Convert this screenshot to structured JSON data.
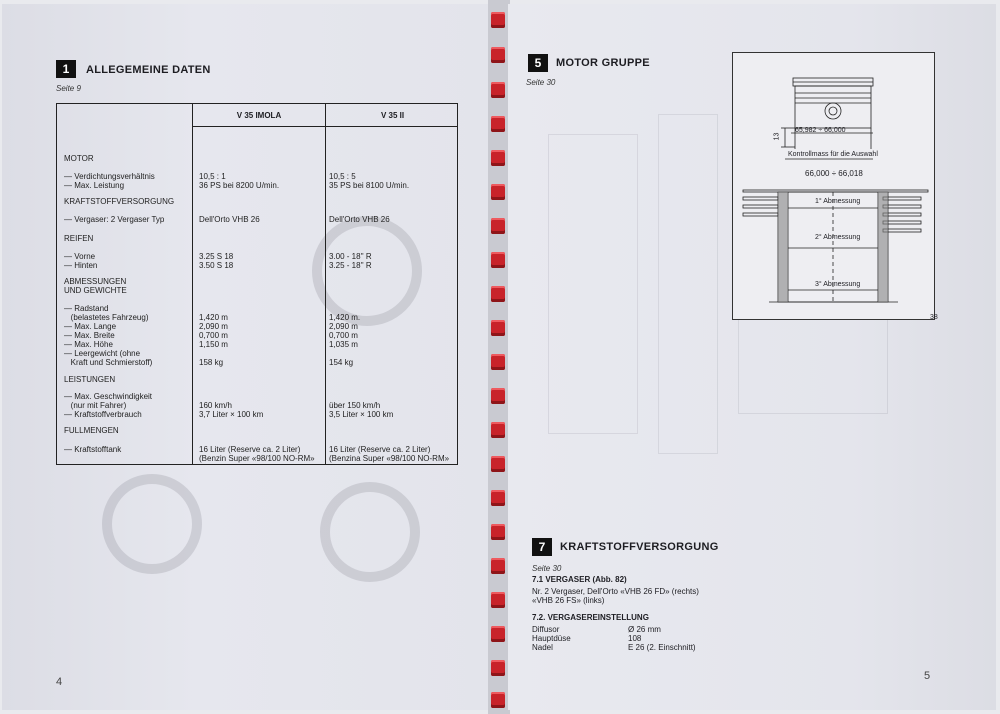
{
  "left_page": {
    "section_number": "1",
    "section_title": "ALLEGEMEINE DATEN",
    "seite": "Seite 9",
    "page_number": "4",
    "table": {
      "col1_header": "V 35 IMOLA",
      "col2_header": "V 35 II",
      "labels": [
        "MOTOR",
        "— Verdichtungsverhältnis\n— Max. Leistung",
        "KRAFTSTOFFVERSORGUNG",
        "— Vergaser: 2 Vergaser Typ",
        "REIFEN",
        "— Vorne\n— Hinten",
        "ABMESSUNGEN\nUND GEWICHTE",
        "— Radstand\n   (belastetes Fahrzeug)\n— Max. Lange\n— Max. Breite\n— Max. Höhe\n— Leergewicht (ohne\n   Kraft und Schmierstoff)",
        "LEISTUNGEN",
        "— Max. Geschwindigkeit\n   (nur mit Fahrer)\n— Kraftstoffverbrauch",
        "FULLMENGEN",
        "— Kraftstofftank"
      ],
      "col1_values": [
        "10,5 : 1\n36 PS bei 8200 U/min.",
        "Dell'Orto VHB 26",
        "3.25 S 18\n3.50 S 18",
        "1,420 m\n2,090 m\n0,700 m\n1,150 m\n\n158 kg",
        "160 km/h\n3,7 Liter × 100 km",
        "16 Liter (Reserve ca. 2 Liter)\n(Benzin Super «98/100 NO-RM»"
      ],
      "col2_values": [
        "10,5 : 5\n35 PS bei 8100 U/min.",
        "Dell'Orto VHB 26",
        "3.00 - 18'' R\n3.25 - 18'' R",
        "1,420 m.\n2,090 m\n0,700 m\n1,035 m\n\n154 kg",
        "über 150 km/h\n3,5 Liter × 100 km",
        "16 Liter (Reserve ca. 2 Liter)\n(Benzina Super «98/100 NO-RM»"
      ]
    }
  },
  "right_page": {
    "section5_number": "5",
    "section5_title": "MOTOR GRUPPE",
    "section5_seite": "Seite 30",
    "figure_number": "38",
    "diagram": {
      "piston_dim": "65,982 ÷ 66,000",
      "dim_13": "13",
      "control_label": "Kontrollmass für die Auswahl",
      "bore_dim": "66,000 ÷ 66,018",
      "level1": "1° Abmessung",
      "level2": "2° Abmessung",
      "level3": "3° Abmessung"
    },
    "section7_number": "7",
    "section7_title": "KRAFTSTOFFVERSORGUNG",
    "section7_seite": "Seite 30",
    "sub71_title": "7.1 VERGASER (Abb. 82)",
    "sub71_text": "Nr. 2 Vergaser, Dell'Orto «VHB 26 FD» (rechts)\n«VHB 26 FS» (links)",
    "sub72_title": "7.2. VERGASEREINSTELLUNG",
    "settings_labels": "Diffusor\nHauptdüse\nNadel",
    "settings_values": "Ø 26 mm\n108\nE 26 (2. Einschnitt)",
    "page_number": "5"
  },
  "colors": {
    "binding_ring": "#c8232a",
    "paper": "#e4e5ec",
    "ink": "#1d1d22"
  }
}
